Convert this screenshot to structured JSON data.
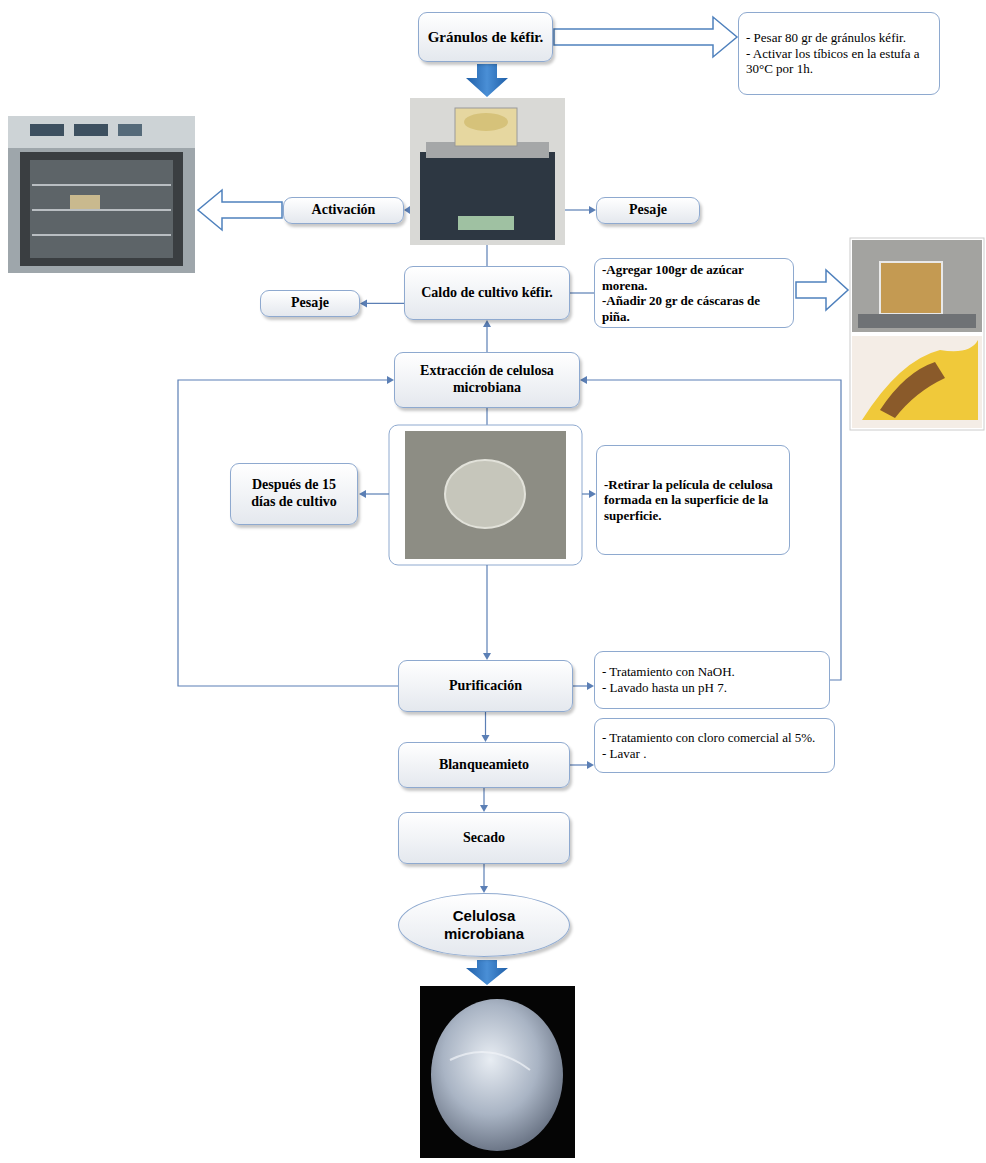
{
  "diagram": {
    "nodes": [
      {
        "text": [
          "Gránulos de kéfir."
        ]
      },
      {
        "text": [
          "- Pesar 80 gr de gránulos kéfir.",
          "- Activar los tíbicos en la estufa a 30°C por 1h."
        ]
      },
      {
        "text": [
          "Activación"
        ]
      },
      {
        "text": [
          "Pesaje"
        ]
      },
      {
        "text": [
          "Caldo de cultivo kéfir."
        ]
      },
      {
        "text": [
          "Pesaje"
        ]
      },
      {
        "text": [
          "-Agregar 100gr de azúcar morena.",
          "-Añadir 20 gr de cáscaras de piña."
        ]
      },
      {
        "text": [
          "Extracción de celulosa microbiana"
        ]
      },
      {
        "text": [
          "Después de 15 días de cultivo"
        ]
      },
      {
        "text": [
          "-Retirar la película de celulosa formada en la superficie de la superficie."
        ]
      },
      {
        "text": [
          "Purificación"
        ]
      },
      {
        "text": [
          "- Tratamiento con NaOH.",
          "- Lavado hasta un pH 7."
        ]
      },
      {
        "text": [
          "Blanqueamieto"
        ]
      },
      {
        "text": [
          "- Tratamiento con cloro comercial al 5%.",
          "- Lavar ."
        ]
      },
      {
        "text": [
          "Secado"
        ]
      },
      {
        "text": [
          "Celulosa microbiana"
        ]
      }
    ],
    "edges": [
      {
        "from": 0,
        "to": 1,
        "arrow": "to"
      },
      {
        "from": 4,
        "to": 5,
        "arrow": "to"
      },
      {
        "from": 4,
        "to": 6,
        "arrow": "none"
      },
      {
        "from": 7,
        "to": 4,
        "arrow": "to"
      },
      {
        "from": 10,
        "to": 7,
        "arrow": "to"
      },
      {
        "from": 11,
        "to": 7,
        "arrow": "to"
      },
      {
        "from": 10,
        "to": 11,
        "arrow": "to"
      },
      {
        "from": 10,
        "to": 12,
        "arrow": "to"
      },
      {
        "from": 12,
        "to": 13,
        "arrow": "to"
      },
      {
        "from": 12,
        "to": 14,
        "arrow": "to"
      },
      {
        "from": 14,
        "to": 15,
        "arrow": "to"
      }
    ]
  }
}
